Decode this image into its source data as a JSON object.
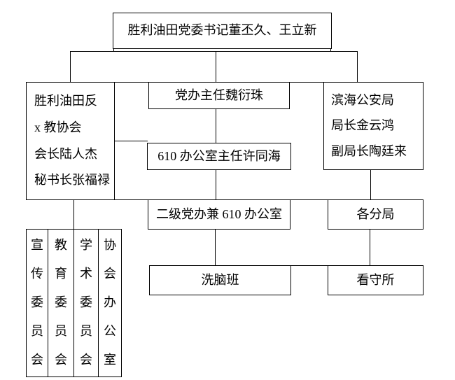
{
  "diagram": {
    "title": "胜利油田党委书记董丕久、王立新",
    "association": {
      "line1": "胜利油田反",
      "line2": "x 教协会",
      "line3": "会长陆人杰",
      "line4": "秘书长张福禄"
    },
    "party_office": "党办主任魏衍珠",
    "public_security": {
      "line1": "滨海公安局",
      "line2": "局长金云鸿",
      "line3": "副局长陶廷来"
    },
    "office_610": "610 办公室主任许同海",
    "secondary_office": "二级党办兼 610 办公室",
    "branch_bureaus": "各分局",
    "brainwashing_class": "洗脑班",
    "detention_center": "看守所",
    "committees": [
      "宣传委员会",
      "教育委员会",
      "学术委员会",
      "协会办公室"
    ]
  },
  "colors": {
    "line": "#000000",
    "text": "#000000",
    "background": "#ffffff"
  }
}
